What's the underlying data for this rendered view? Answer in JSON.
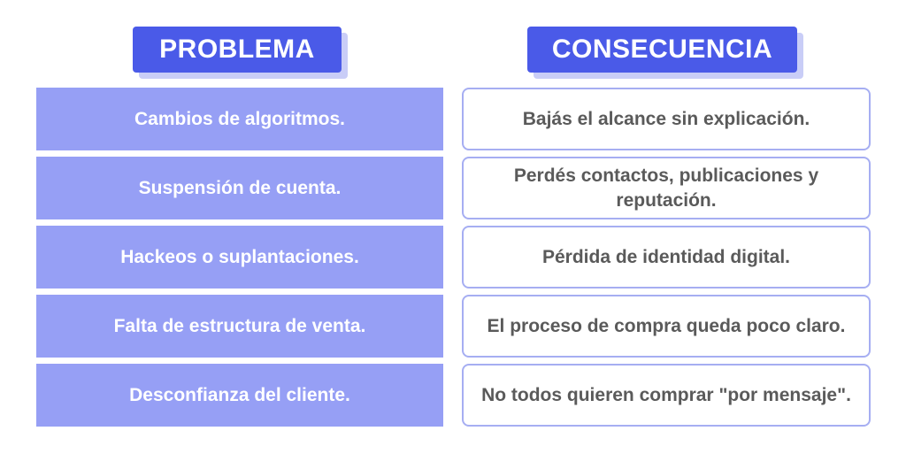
{
  "headers": {
    "problem": "PROBLEMA",
    "consequence": "CONSECUENCIA"
  },
  "rows": [
    {
      "problem": "Cambios de algoritmos.",
      "consequence": "Bajás el alcance sin explicación."
    },
    {
      "problem": "Suspensión de cuenta.",
      "consequence": "Perdés contactos, publicaciones y reputación."
    },
    {
      "problem": "Hackeos o suplantaciones.",
      "consequence": "Pérdida de identidad digital."
    },
    {
      "problem": "Falta de estructura de venta.",
      "consequence": "El proceso de compra queda poco claro."
    },
    {
      "problem": "Desconfianza del cliente.",
      "consequence": "No todos quieren comprar \"por mensaje\"."
    }
  ],
  "colors": {
    "header_bg": "#4a5ae8",
    "header_shadow": "#c9cdf7",
    "problem_bg": "#969ff5",
    "consequence_border": "#a6aef2",
    "consequence_text": "#5a5a5a"
  }
}
